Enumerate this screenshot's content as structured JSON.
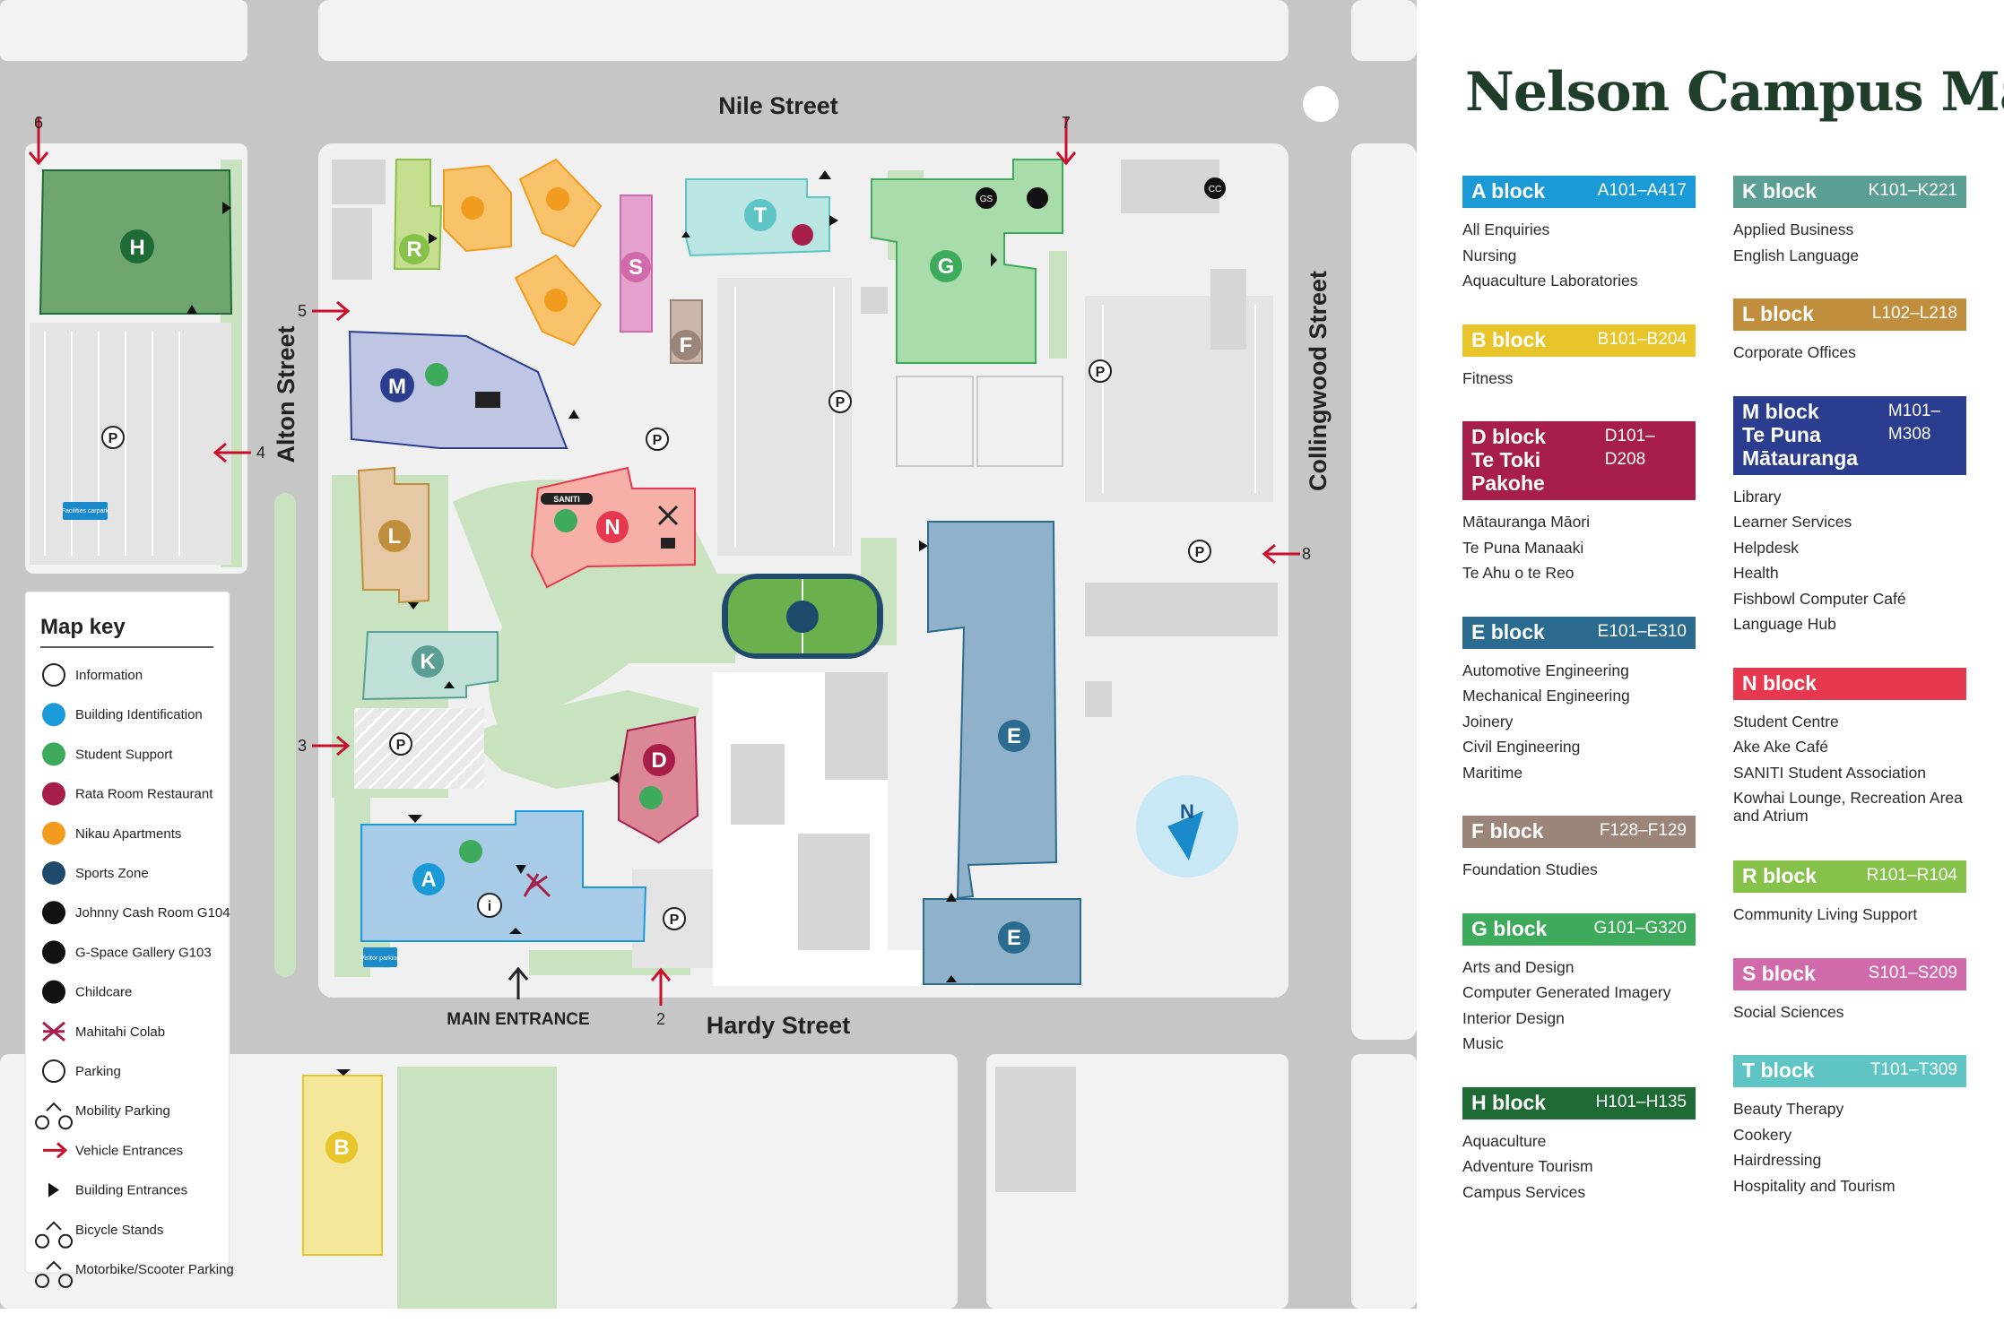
{
  "map": {
    "streets": {
      "north": "Nile Street",
      "south": "Hardy Street",
      "west": "Alton Street",
      "east": "Collingwood Street"
    },
    "main_entrance_label": "MAIN ENTRANCE",
    "entrance_numbers": [
      "2",
      "3",
      "4",
      "5",
      "6",
      "7",
      "8"
    ],
    "facilities_carpark_label": "Facilities carpark",
    "visitor_parking_label": "Visitor parking",
    "saniti_label": "SANITI",
    "compass_label": "N",
    "building_letters": [
      "A",
      "B",
      "D",
      "E",
      "E",
      "F",
      "G",
      "H",
      "K",
      "L",
      "M",
      "N",
      "R",
      "S",
      "T"
    ],
    "map_key": {
      "title": "Map key",
      "items": [
        {
          "label": "Information",
          "icon": "info-icon"
        },
        {
          "label": "Building Identification",
          "icon": "building-id-icon"
        },
        {
          "label": "Student Support",
          "icon": "student-support-icon"
        },
        {
          "label": "Rata Room Restaurant",
          "icon": "restaurant-icon"
        },
        {
          "label": "Nikau Apartments",
          "icon": "apartments-icon"
        },
        {
          "label": "Sports Zone",
          "icon": "sports-icon"
        },
        {
          "label": "Johnny Cash Room G104",
          "icon": "johnny-cash-icon"
        },
        {
          "label": "G-Space Gallery G103",
          "icon": "gallery-icon"
        },
        {
          "label": "Childcare",
          "icon": "childcare-icon"
        },
        {
          "label": "Mahitahi Colab",
          "icon": "colab-icon"
        },
        {
          "label": "Parking",
          "icon": "parking-icon"
        },
        {
          "label": "Mobility Parking",
          "icon": "mobility-icon"
        },
        {
          "label": "Vehicle Entrances",
          "icon": "vehicle-entrance-icon"
        },
        {
          "label": "Building Entrances",
          "icon": "building-entrance-icon"
        },
        {
          "label": "Bicycle Stands",
          "icon": "bicycle-icon"
        },
        {
          "label": "Motorbike/Scooter Parking",
          "icon": "motorbike-icon"
        }
      ]
    }
  },
  "sidebar": {
    "title": "Nelson Campus Map",
    "left_column": [
      {
        "name": "A block",
        "range": "A101–A417",
        "color": "#1a9ad6",
        "items": [
          "All Enquiries",
          "Nursing",
          "Aquaculture Laboratories"
        ]
      },
      {
        "name": "B block",
        "range": "B101–B204",
        "color": "#e8c52a",
        "items": [
          "Fitness"
        ]
      },
      {
        "name": "D block",
        "name2": "Te Toki Pakohe",
        "range": "D101–D208",
        "color": "#a71e4b",
        "items": [
          "Mātauranga Māori",
          "Te Puna Manaaki",
          "Te Ahu o te Reo"
        ]
      },
      {
        "name": "E block",
        "range": "E101–E310",
        "color": "#2a6b8f",
        "items": [
          "Automotive Engineering",
          "Mechanical Engineering",
          "Joinery",
          "Civil Engineering",
          "Maritime"
        ]
      },
      {
        "name": "F block",
        "range": "F128–F129",
        "color": "#9b8579",
        "items": [
          "Foundation Studies"
        ]
      },
      {
        "name": "G block",
        "range": "G101–G320",
        "color": "#3daa5c",
        "items": [
          "Arts and Design",
          "Computer Generated Imagery",
          "Interior Design",
          "Music"
        ]
      },
      {
        "name": "H block",
        "range": "H101–H135",
        "color": "#1e6b35",
        "items": [
          "Aquaculture",
          "Adventure Tourism",
          "Campus Services"
        ]
      }
    ],
    "right_column": [
      {
        "name": "K block",
        "range": "K101–K221",
        "color": "#5b9f94",
        "items": [
          "Applied Business",
          "English Language"
        ]
      },
      {
        "name": "L block",
        "range": "L102–L218",
        "color": "#c08e3d",
        "items": [
          "Corporate Offices"
        ]
      },
      {
        "name": "M block",
        "name2": "Te Puna Mātauranga",
        "range": "M101–M308",
        "color": "#2b3d8f",
        "items": [
          "Library",
          "Learner Services",
          "Helpdesk",
          "Health",
          "Fishbowl Computer Café",
          "Language Hub"
        ]
      },
      {
        "name": "N block",
        "range": "",
        "color": "#e63950",
        "items": [
          "Student Centre",
          "Ake Ake Café",
          "SANITI Student Association",
          "Kowhai Lounge, Recreation Area and Atrium"
        ]
      },
      {
        "name": "R block",
        "range": "R101–R104",
        "color": "#86c14a",
        "items": [
          "Community Living Support"
        ]
      },
      {
        "name": "S block",
        "range": "S101–S209",
        "color": "#d06aaa",
        "items": [
          "Social Sciences"
        ]
      },
      {
        "name": "T block",
        "range": "T101–T309",
        "color": "#5ec4c4",
        "items": [
          "Beauty Therapy",
          "Cookery",
          "Hairdressing",
          "Hospitality and Tourism"
        ]
      }
    ]
  }
}
